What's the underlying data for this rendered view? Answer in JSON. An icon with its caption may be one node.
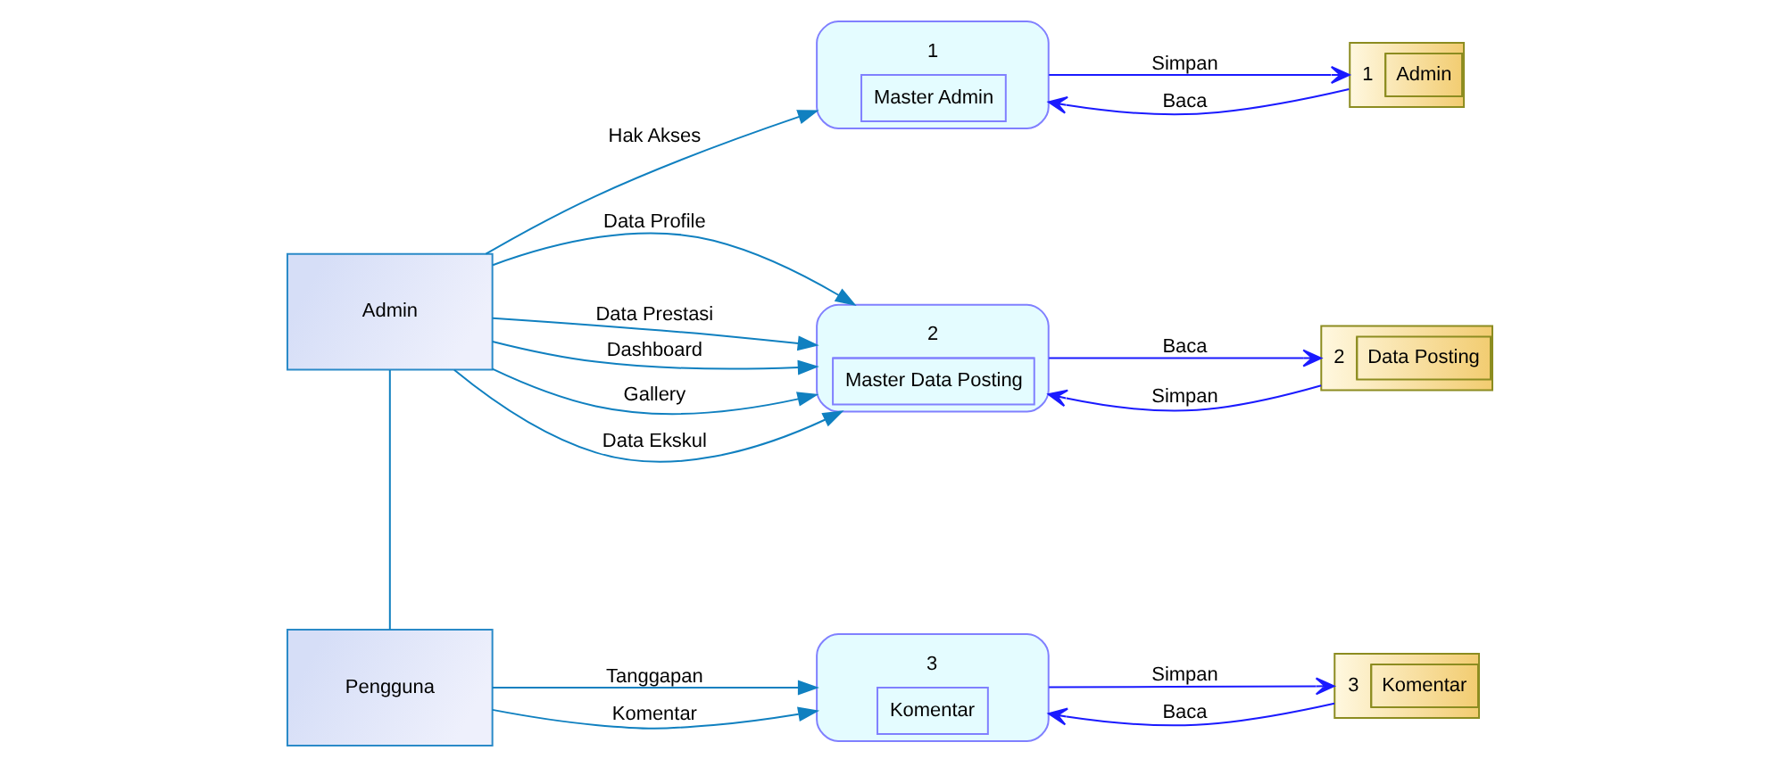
{
  "diagram": {
    "nodes": [
      {
        "text": [
          "Admin"
        ]
      },
      {
        "text": [
          "Pengguna"
        ]
      },
      {
        "text": [
          "1",
          "Master Admin"
        ]
      },
      {
        "text": [
          "2",
          "Master Data Posting"
        ]
      },
      {
        "text": [
          "3",
          "Komentar"
        ]
      },
      {
        "text": [
          "1",
          "Admin"
        ]
      },
      {
        "text": [
          "2",
          "Data Posting"
        ]
      },
      {
        "text": [
          "3",
          "Komentar"
        ]
      }
    ],
    "edges": [
      {
        "from": 0,
        "to": 2,
        "arrow": "to",
        "label": "Hak Akses"
      },
      {
        "from": 0,
        "to": 3,
        "arrow": "to",
        "label": "Data Profile"
      },
      {
        "from": 0,
        "to": 3,
        "arrow": "to",
        "label": "Data Prestasi"
      },
      {
        "from": 0,
        "to": 3,
        "arrow": "to",
        "label": "Dashboard"
      },
      {
        "from": 0,
        "to": 3,
        "arrow": "to",
        "label": "Gallery"
      },
      {
        "from": 0,
        "to": 3,
        "arrow": "to",
        "label": "Data Ekskul"
      },
      {
        "from": 0,
        "to": 1,
        "arrow": "none"
      },
      {
        "from": 1,
        "to": 4,
        "arrow": "to",
        "label": "Tanggapan"
      },
      {
        "from": 1,
        "to": 4,
        "arrow": "to",
        "label": "Komentar"
      },
      {
        "from": 2,
        "to": 5,
        "arrow": "to",
        "label": "Simpan",
        "color": "#1a1aff"
      },
      {
        "from": 5,
        "to": 2,
        "arrow": "to",
        "label": "Baca",
        "color": "#1a1aff"
      },
      {
        "from": 6,
        "to": 3,
        "arrow": "to",
        "label": "Simpan",
        "color": "#1a1aff"
      },
      {
        "from": 3,
        "to": 6,
        "arrow": "to",
        "label": "Baca",
        "color": "#1a1aff"
      },
      {
        "from": 4,
        "to": 7,
        "arrow": "to",
        "label": "Simpan",
        "color": "#1a1aff"
      },
      {
        "from": 7,
        "to": 4,
        "arrow": "to",
        "label": "Baca",
        "color": "#1a1aff"
      }
    ]
  }
}
